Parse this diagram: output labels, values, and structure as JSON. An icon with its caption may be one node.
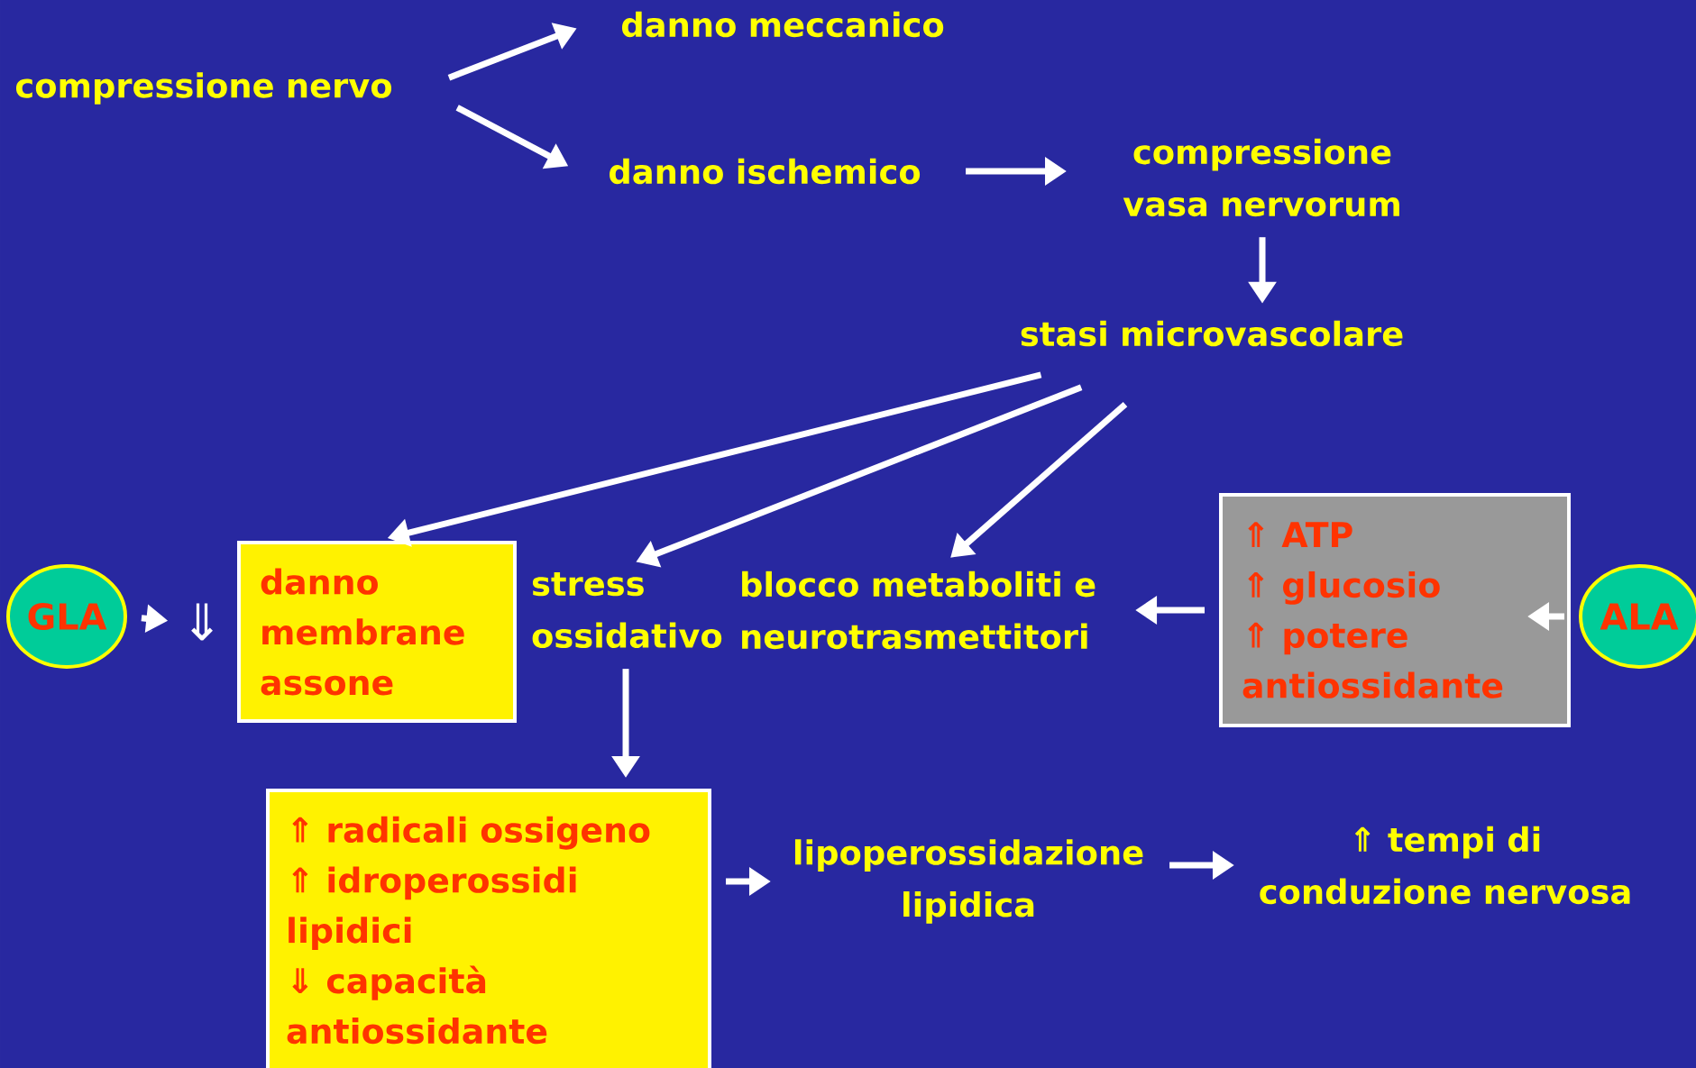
{
  "diagram": {
    "nodes": [
      {
        "text": [
          "compressione nervo"
        ]
      },
      {
        "text": [
          "danno meccanico"
        ]
      },
      {
        "text": [
          "danno ischemico"
        ]
      },
      {
        "text": [
          "compressione vasa nervorum"
        ]
      },
      {
        "text": [
          "stasi microvascolare"
        ]
      },
      {
        "text": [
          "GLA"
        ]
      },
      {
        "text": [
          "⇓"
        ]
      },
      {
        "text": [
          "danno membrane assone"
        ]
      },
      {
        "text": [
          "stress ossidativo"
        ]
      },
      {
        "text": [
          "blocco metaboliti e neurotrasmettitori"
        ]
      },
      {
        "text": [
          "⇑ ATP",
          "⇑ glucosio",
          "⇑ potere antiossidante"
        ]
      },
      {
        "text": [
          "ALA"
        ]
      },
      {
        "text": [
          "⇑ radicali ossigeno",
          "⇑ idroperossidi lipidici",
          "⇓ capacità antiossidante"
        ]
      },
      {
        "text": [
          "lipoperossidazione lipidica"
        ]
      },
      {
        "text": [
          "⇑ tempi di conduzione nervosa"
        ]
      }
    ],
    "edges": [
      {
        "from": 0,
        "to": 1,
        "arrow": "to"
      },
      {
        "from": 0,
        "to": 2,
        "arrow": "to"
      },
      {
        "from": 2,
        "to": 3,
        "arrow": "to"
      },
      {
        "from": 3,
        "to": 4,
        "arrow": "to"
      },
      {
        "from": 4,
        "to": 7,
        "arrow": "to"
      },
      {
        "from": 4,
        "to": 8,
        "arrow": "to"
      },
      {
        "from": 4,
        "to": 9,
        "arrow": "to"
      },
      {
        "from": 5,
        "to": 6,
        "arrow": "to"
      },
      {
        "from": 10,
        "to": 9,
        "arrow": "to"
      },
      {
        "from": 11,
        "to": 10,
        "arrow": "to"
      },
      {
        "from": 8,
        "to": 12,
        "arrow": "to"
      },
      {
        "from": 12,
        "to": 13,
        "arrow": "to"
      },
      {
        "from": 13,
        "to": 14,
        "arrow": "to"
      }
    ]
  }
}
